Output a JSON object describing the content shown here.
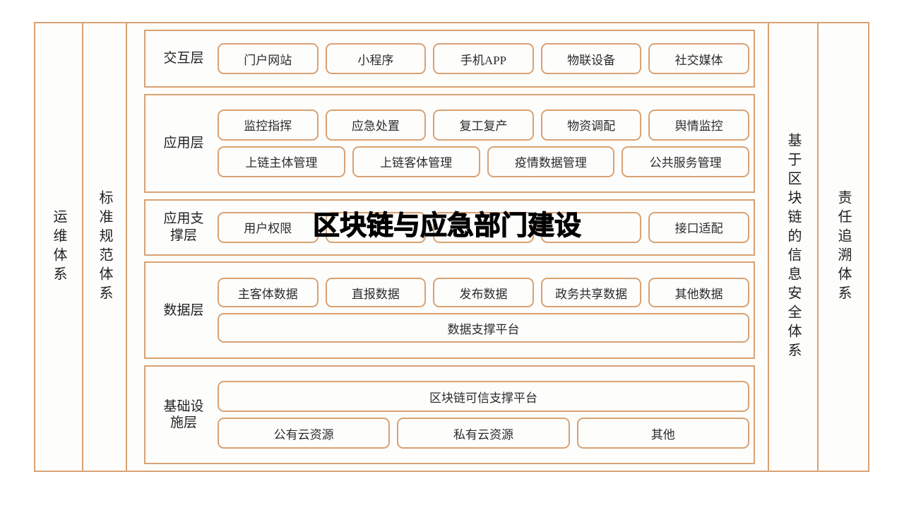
{
  "overlay": {
    "title": "区块链与应急部门建设"
  },
  "pillars": {
    "left": [
      {
        "name": "ops-system",
        "label": "运维体系"
      },
      {
        "name": "standards-system",
        "label": "标准规范体系"
      }
    ],
    "right": [
      {
        "name": "blockchain-security-system",
        "label": "基于区块链的信息安全体系"
      },
      {
        "name": "accountability-system",
        "label": "责任追溯体系"
      }
    ]
  },
  "layers": [
    {
      "name": "interaction-layer",
      "label": "交互层",
      "rows": [
        [
          "门户网站",
          "小程序",
          "手机APP",
          "物联设备",
          "社交媒体"
        ]
      ]
    },
    {
      "name": "application-layer",
      "label": "应用层",
      "rows": [
        [
          "监控指挥",
          "应急处置",
          "复工复产",
          "物资调配",
          "舆情监控"
        ],
        [
          "上链主体管理",
          "上链客体管理",
          "疫情数据管理",
          "公共服务管理"
        ]
      ]
    },
    {
      "name": "application-support-layer",
      "label": "应用支\n撑层",
      "rows": [
        [
          "用户权限",
          "",
          "",
          "",
          "接口适配"
        ]
      ]
    },
    {
      "name": "data-layer",
      "label": "数据层",
      "rows": [
        [
          "主客体数据",
          "直报数据",
          "发布数据",
          "政务共享数据",
          "其他数据"
        ],
        [
          "数据支撑平台"
        ]
      ]
    },
    {
      "name": "infrastructure-layer",
      "label": "基础设\n施层",
      "rows": [
        [
          "区块链可信支撑平台"
        ],
        [
          "公有云资源",
          "私有云资源",
          "其他"
        ]
      ]
    }
  ],
  "colors": {
    "border": "#d9a273",
    "background": "#fdfdfc",
    "text": "#231f20",
    "title": "#000000"
  }
}
